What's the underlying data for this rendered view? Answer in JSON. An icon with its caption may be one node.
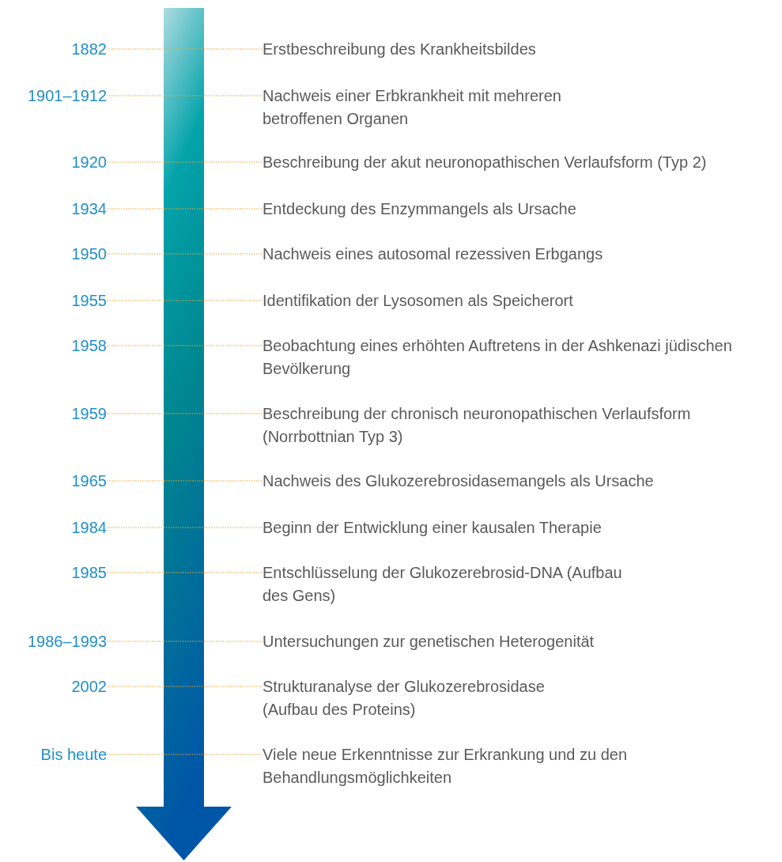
{
  "diagram": {
    "nodes": [
      {
        "text": [
          "1882"
        ]
      },
      {
        "text": [
          "Erstbeschreibung des Krankheitsbildes"
        ]
      },
      {
        "text": [
          "1901–1912"
        ]
      },
      {
        "text": [
          "Nachweis einer Erbkrankheit mit mehreren betroffenen Organen"
        ]
      },
      {
        "text": [
          "1920"
        ]
      },
      {
        "text": [
          "Beschreibung der akut neuronopathischen Verlaufsform (Typ 2)"
        ]
      },
      {
        "text": [
          "1934"
        ]
      },
      {
        "text": [
          "Entdeckung des Enzymmangels als Ursache"
        ]
      },
      {
        "text": [
          "1950"
        ]
      },
      {
        "text": [
          "Nachweis eines autosomal rezessiven Erbgangs"
        ]
      },
      {
        "text": [
          "1955"
        ]
      },
      {
        "text": [
          "Identifikation der Lysosomen als Speicherort"
        ]
      },
      {
        "text": [
          "1958"
        ]
      },
      {
        "text": [
          "Beobachtung eines erhöhten Auftretens in der Ashkenazi jüdischen Bevölkerung"
        ]
      },
      {
        "text": [
          "1959"
        ]
      },
      {
        "text": [
          "Beschreibung der chronisch neuronopathischen Verlaufsform (Norrbottnian Typ 3)"
        ]
      },
      {
        "text": [
          "1965"
        ]
      },
      {
        "text": [
          "Nachweis des Glukozerebrosidasemangels als Ursache"
        ]
      },
      {
        "text": [
          "1984"
        ]
      },
      {
        "text": [
          "Beginn der Entwicklung einer kausalen Therapie"
        ]
      },
      {
        "text": [
          "1985"
        ]
      },
      {
        "text": [
          "Entschlüsselung der Glukozerebrosid-DNA (Aufbau des Gens)"
        ]
      },
      {
        "text": [
          "1986–1993"
        ]
      },
      {
        "text": [
          "Untersuchungen zur genetischen Heterogenität"
        ]
      },
      {
        "text": [
          "2002"
        ]
      },
      {
        "text": [
          "Strukturanalyse der Glukozerebrosidase (Aufbau des Proteins)"
        ]
      },
      {
        "text": [
          "Bis heute"
        ]
      },
      {
        "text": [
          "Viele neue Erkenntnisse zur Erkrankung und zu den Behandlungsmöglichkeiten"
        ]
      }
    ],
    "edges": [
      {
        "from": 0,
        "to": 1,
        "arrow": "none",
        "style": "dashed"
      },
      {
        "from": 2,
        "to": 3,
        "arrow": "none",
        "style": "dashed"
      },
      {
        "from": 4,
        "to": 5,
        "arrow": "none",
        "style": "dashed"
      },
      {
        "from": 6,
        "to": 7,
        "arrow": "none",
        "style": "dashed"
      },
      {
        "from": 8,
        "to": 9,
        "arrow": "none",
        "style": "dashed"
      },
      {
        "from": 10,
        "to": 11,
        "arrow": "none",
        "style": "dashed"
      },
      {
        "from": 12,
        "to": 13,
        "arrow": "none",
        "style": "dashed"
      },
      {
        "from": 14,
        "to": 15,
        "arrow": "none",
        "style": "dashed"
      },
      {
        "from": 16,
        "to": 17,
        "arrow": "none",
        "style": "dashed"
      },
      {
        "from": 18,
        "to": 19,
        "arrow": "none",
        "style": "dashed"
      },
      {
        "from": 20,
        "to": 21,
        "arrow": "none",
        "style": "dashed"
      },
      {
        "from": 22,
        "to": 23,
        "arrow": "none",
        "style": "dashed"
      },
      {
        "from": 24,
        "to": 25,
        "arrow": "none",
        "style": "dashed"
      },
      {
        "from": 26,
        "to": 27,
        "arrow": "none",
        "style": "dashed"
      }
    ]
  }
}
